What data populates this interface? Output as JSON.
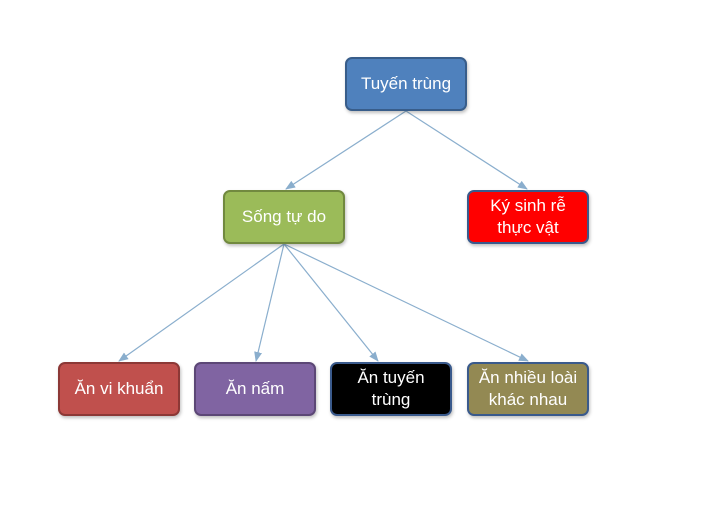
{
  "diagram": {
    "root": {
      "label": "Tuyến trùng"
    },
    "free_living": {
      "label": "Sống tự do"
    },
    "parasitic": {
      "label": "Ký sinh rễ thực vật"
    },
    "eats_bacteria": {
      "label": "Ăn vi khuẩn"
    },
    "eats_fungi": {
      "label": "Ăn nấm"
    },
    "eats_nematodes": {
      "label": "Ăn tuyến trùng"
    },
    "eats_many": {
      "label": "Ăn nhiều loài khác nhau"
    }
  },
  "colors": {
    "connector": "#8aaecd",
    "root": "#4f81bd",
    "free_living": "#9bbb59",
    "parasitic": "#ff0000",
    "eats_bacteria": "#c0504d",
    "eats_fungi": "#8064a2",
    "eats_nematodes": "#000000",
    "eats_many": "#938953"
  }
}
